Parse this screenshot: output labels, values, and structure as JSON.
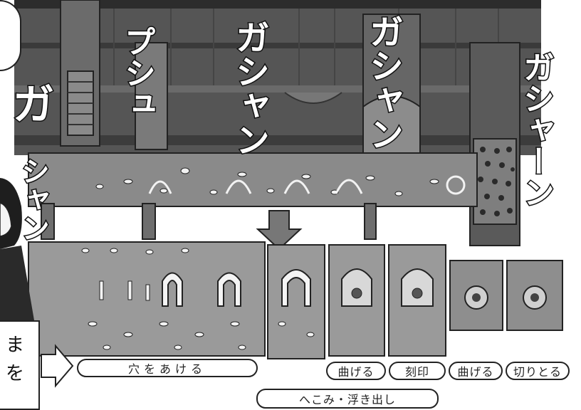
{
  "sound_effects": {
    "ga_left": "ガ",
    "pushun": "プシュ",
    "shan_left": "シャン",
    "gashan_1": "ガシャン",
    "gashan_2": "ガシャン",
    "gashan_right": "ガシャーン"
  },
  "labels": {
    "holes": "穴をあける",
    "bend_1": "曲げる",
    "stamp": "刻印",
    "bend_2": "曲げる",
    "cut": "切りとる",
    "emboss": "へこみ・浮き出し"
  },
  "speech_bubble": {
    "line_1": "ま",
    "line_2": "を"
  }
}
